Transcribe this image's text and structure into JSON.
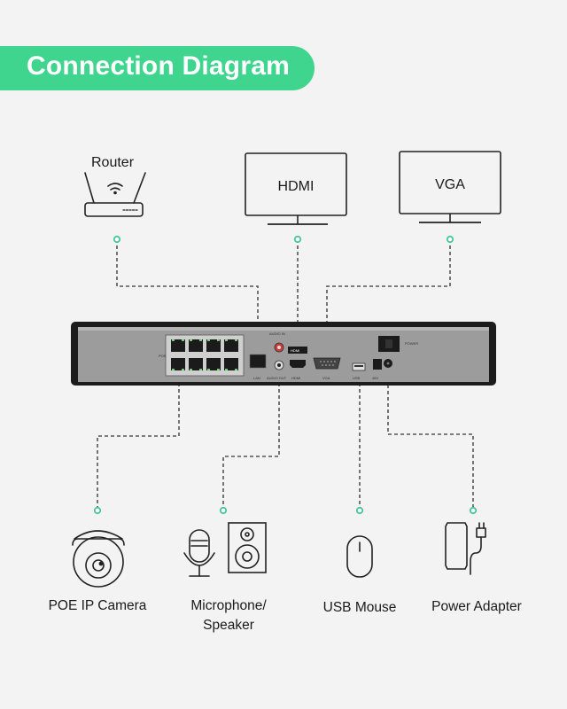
{
  "title": "Connection Diagram",
  "devices": {
    "router": "Router",
    "hdmi": "HDMI",
    "vga": "VGA",
    "poe_camera": "POE IP Camera",
    "microphone_speaker_line1": "Microphone/",
    "microphone_speaker_line2": "Speaker",
    "usb_mouse": "USB Mouse",
    "power_adapter": "Power Adapter"
  },
  "panel_labels": {
    "poe": "POE",
    "lan": "LAN",
    "audio_in": "AUDIO IN",
    "audio_out": "AUDIO OUT",
    "hdmi_port": "HDMI",
    "hdmi_logo": "HDMI",
    "vga_port": "VGA",
    "usb": "USB",
    "dc": "48V",
    "power": "POWER"
  },
  "colors": {
    "accent": "#3fd58e",
    "connector_dot": "#46c79a",
    "panel": "#9a9a9a",
    "frame": "#1c1c1c"
  }
}
